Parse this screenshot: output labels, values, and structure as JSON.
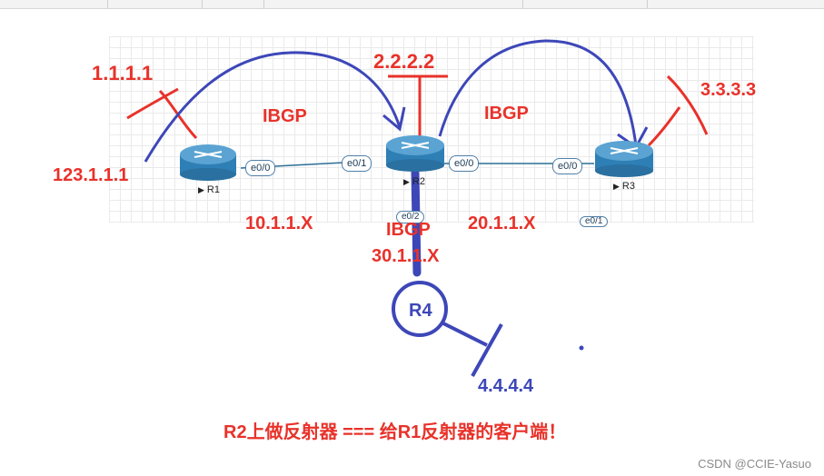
{
  "routers": {
    "r1": {
      "name": "R1"
    },
    "r2": {
      "name": "R2"
    },
    "r3": {
      "name": "R3"
    },
    "r4": {
      "name": "R4"
    }
  },
  "interfaces": {
    "r1_e00": "e0/0",
    "r2_e01": "e0/1",
    "r2_e00": "e0/0",
    "r3_e00": "e0/0",
    "r2_e02": "e0/2",
    "r3_e01": "e0/1"
  },
  "annotations": {
    "r1_loopback": "1.1.1.1",
    "r1_ip": "123.1.1.1",
    "r2_loopback": "2.2.2.2",
    "r3_loopback": "3.3.3.3",
    "ibgp_r1_r2": "IBGP",
    "ibgp_r2_r3": "IBGP",
    "ibgp_r2_r4": "IBGP",
    "net_r1_r2": "10.1.1.X",
    "net_r2_r3": "20.1.1.X",
    "net_r2_r4": "30.1.1.X",
    "r4_loopback": "4.4.4.4",
    "note": "R2上做反射器  === 给R1反射器的客户端！"
  },
  "watermark": "CSDN @CCIE-Yasuo",
  "colors": {
    "red_ink": "#e8322a",
    "blue_ink": "#3d47b8",
    "router_body": "#2e7fb5",
    "link_line": "#2c6e96"
  }
}
